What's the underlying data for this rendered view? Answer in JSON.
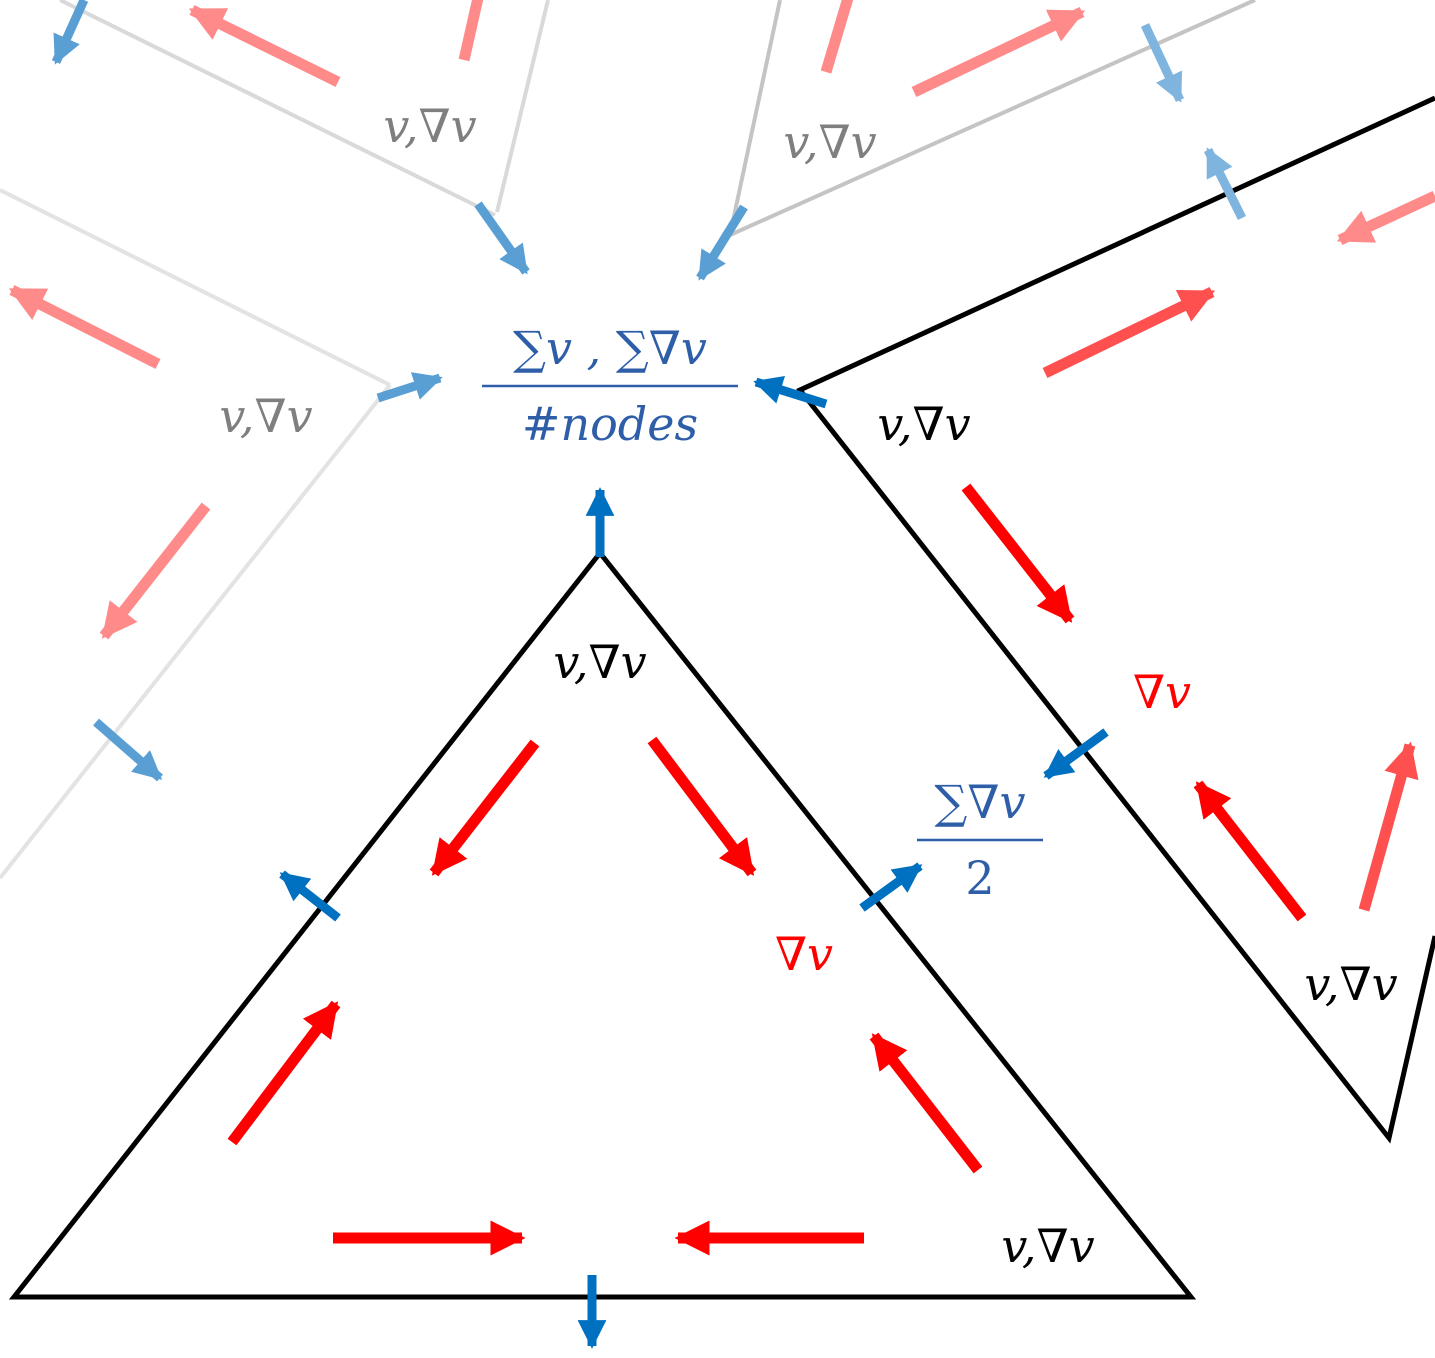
{
  "colors": {
    "edge_black": "#000000",
    "edge_grey": "#c8c8c8",
    "edge_grey_light": "#e0e0e0",
    "blue": "#0070c0",
    "blue_faded": "#5a9fd4",
    "red": "#ff0000",
    "red_faded": "#ff8a8a",
    "label_black": "#000000",
    "label_grey": "#7f7f7f",
    "label_red": "#ff0000",
    "label_blue": "#2e5ea8"
  },
  "labels": {
    "node_value": "v,∇v",
    "grad": "∇v",
    "center_numerator": "∑v , ∑∇v",
    "center_denominator": "#nodes",
    "edge_numerator": "∑∇v",
    "edge_denominator": "2"
  }
}
